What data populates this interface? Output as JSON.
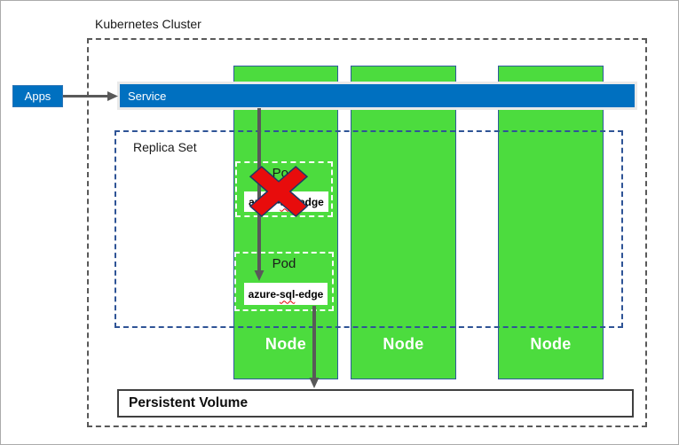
{
  "cluster": {
    "label": "Kubernetes Cluster"
  },
  "apps": {
    "label": "Apps"
  },
  "service": {
    "label": "Service"
  },
  "replica_set": {
    "label": "Replica Set"
  },
  "pods": [
    {
      "label": "Pod",
      "container": {
        "pre": "azure-",
        "mid": "sql",
        "post": "-edge"
      },
      "status": "failed"
    },
    {
      "label": "Pod",
      "container": {
        "pre": "azure-",
        "mid": "sql",
        "post": "-edge"
      },
      "status": "running"
    }
  ],
  "nodes": [
    {
      "label": "Node"
    },
    {
      "label": "Node"
    },
    {
      "label": "Node"
    }
  ],
  "persistent_volume": {
    "label": "Persistent Volume"
  },
  "colors": {
    "primary_blue": "#0070c0",
    "node_green": "#4cdc3e",
    "node_border": "#2e5a9b",
    "replica_border": "#2f5496",
    "cluster_border": "#595959",
    "arrow_gray": "#595959",
    "fail_red": "#e80c0c",
    "fail_outline": "#203864",
    "squiggle_red": "#e00000"
  }
}
